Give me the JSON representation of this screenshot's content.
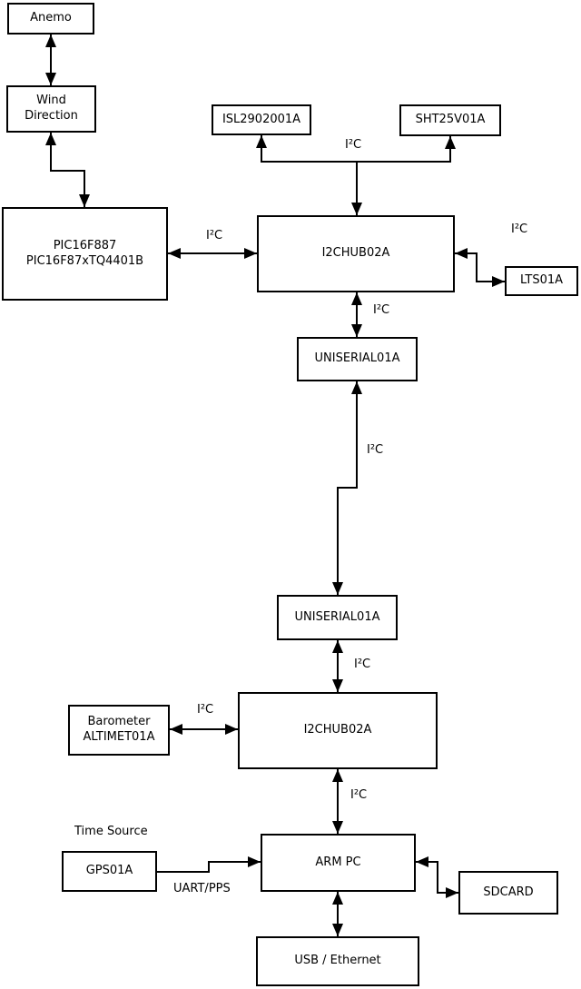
{
  "boxes": {
    "anemo": "Anemo",
    "wind_direction": "Wind\nDirection",
    "pic": "PIC16F887\nPIC16F87xTQ4401B",
    "isl": "ISL2902001A",
    "sht": "SHT25V01A",
    "i2chub_top": "I2CHUB02A",
    "lts": "LTS01A",
    "uniserial_top": "UNISERIAL01A",
    "uniserial_bottom": "UNISERIAL01A",
    "i2chub_bottom": "I2CHUB02A",
    "barometer": "Barometer\nALTIMET01A",
    "gps": "GPS01A",
    "arm_pc": "ARM PC",
    "sdcard": "SDCARD",
    "usb_ethernet": "USB / Ethernet"
  },
  "labels": {
    "i2c": "I²C",
    "time_source": "Time Source",
    "uart_pps": "UART/PPS"
  },
  "colors": {
    "line": "#000000",
    "background": "#ffffff",
    "box_fill": "#ffffff"
  }
}
